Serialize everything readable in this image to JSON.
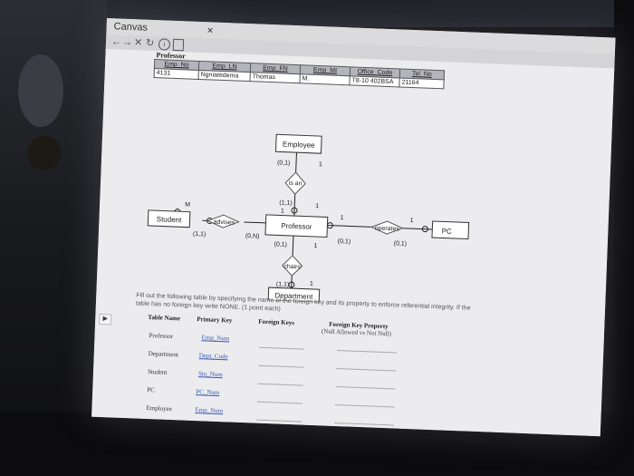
{
  "browser": {
    "tab_title": "Canvas",
    "tab_close": "×",
    "nav_back": "←",
    "nav_forward": "→",
    "nav_stop": "✕",
    "nav_reload": "↻"
  },
  "professor_table": {
    "label": "Professor",
    "headers": [
      "Emp_No",
      "Emp_LN",
      "Emp_FN",
      "Emp_MI",
      "Office_Code",
      "Tel_No"
    ],
    "row": [
      "4131",
      "Ngniatedema",
      "Thomas",
      "M.",
      "T8-10 402BSA",
      "21164"
    ]
  },
  "erd": {
    "entities": {
      "employee": "Employee",
      "student": "Student",
      "professor": "Professor",
      "pc": "PC",
      "department": "Department"
    },
    "relationships": {
      "is_an": "is an",
      "advises": "advises",
      "operates": "operates",
      "chairs": "chairs"
    },
    "cardinalities": {
      "employee_isan": "(0,1)",
      "employee_one": "1",
      "isan_prof": "(1,1)",
      "isan_one": "1",
      "prof_one_top": "1",
      "student_m": "M",
      "student_11": "(1,1)",
      "prof_0n": "(0,N)",
      "prof_one_right": "1",
      "prof_01_right": "(0,1)",
      "pc_one": "1",
      "pc_01": "(0,1)",
      "prof_01_bottom": "(0,1)",
      "prof_one_bottom": "1",
      "dept_11": "(1,1)",
      "dept_one": "1"
    }
  },
  "instructions": {
    "line1": "Fill out the following table by specifying the name of the foreign key and its property to enforce referential integrity. If the",
    "line2": "table has no foreign key write NONE. (1 point each)"
  },
  "answer_table": {
    "headers": {
      "table_name": "Table Name",
      "primary_key": "Primary Key",
      "foreign_keys": "Foreign Keys",
      "fk_property": "Foreign Key Property",
      "fk_property_note": "(Null Allowed vs Not Null)"
    },
    "rows": [
      {
        "table": "Professor",
        "pk": "Emp_Num"
      },
      {
        "table": "Department",
        "pk": "Dept_Code"
      },
      {
        "table": "Student",
        "pk": "Stu_Num"
      },
      {
        "table": "PC",
        "pk": "PC_Num"
      },
      {
        "table": "Employee",
        "pk": "Emp_Num"
      }
    ]
  }
}
